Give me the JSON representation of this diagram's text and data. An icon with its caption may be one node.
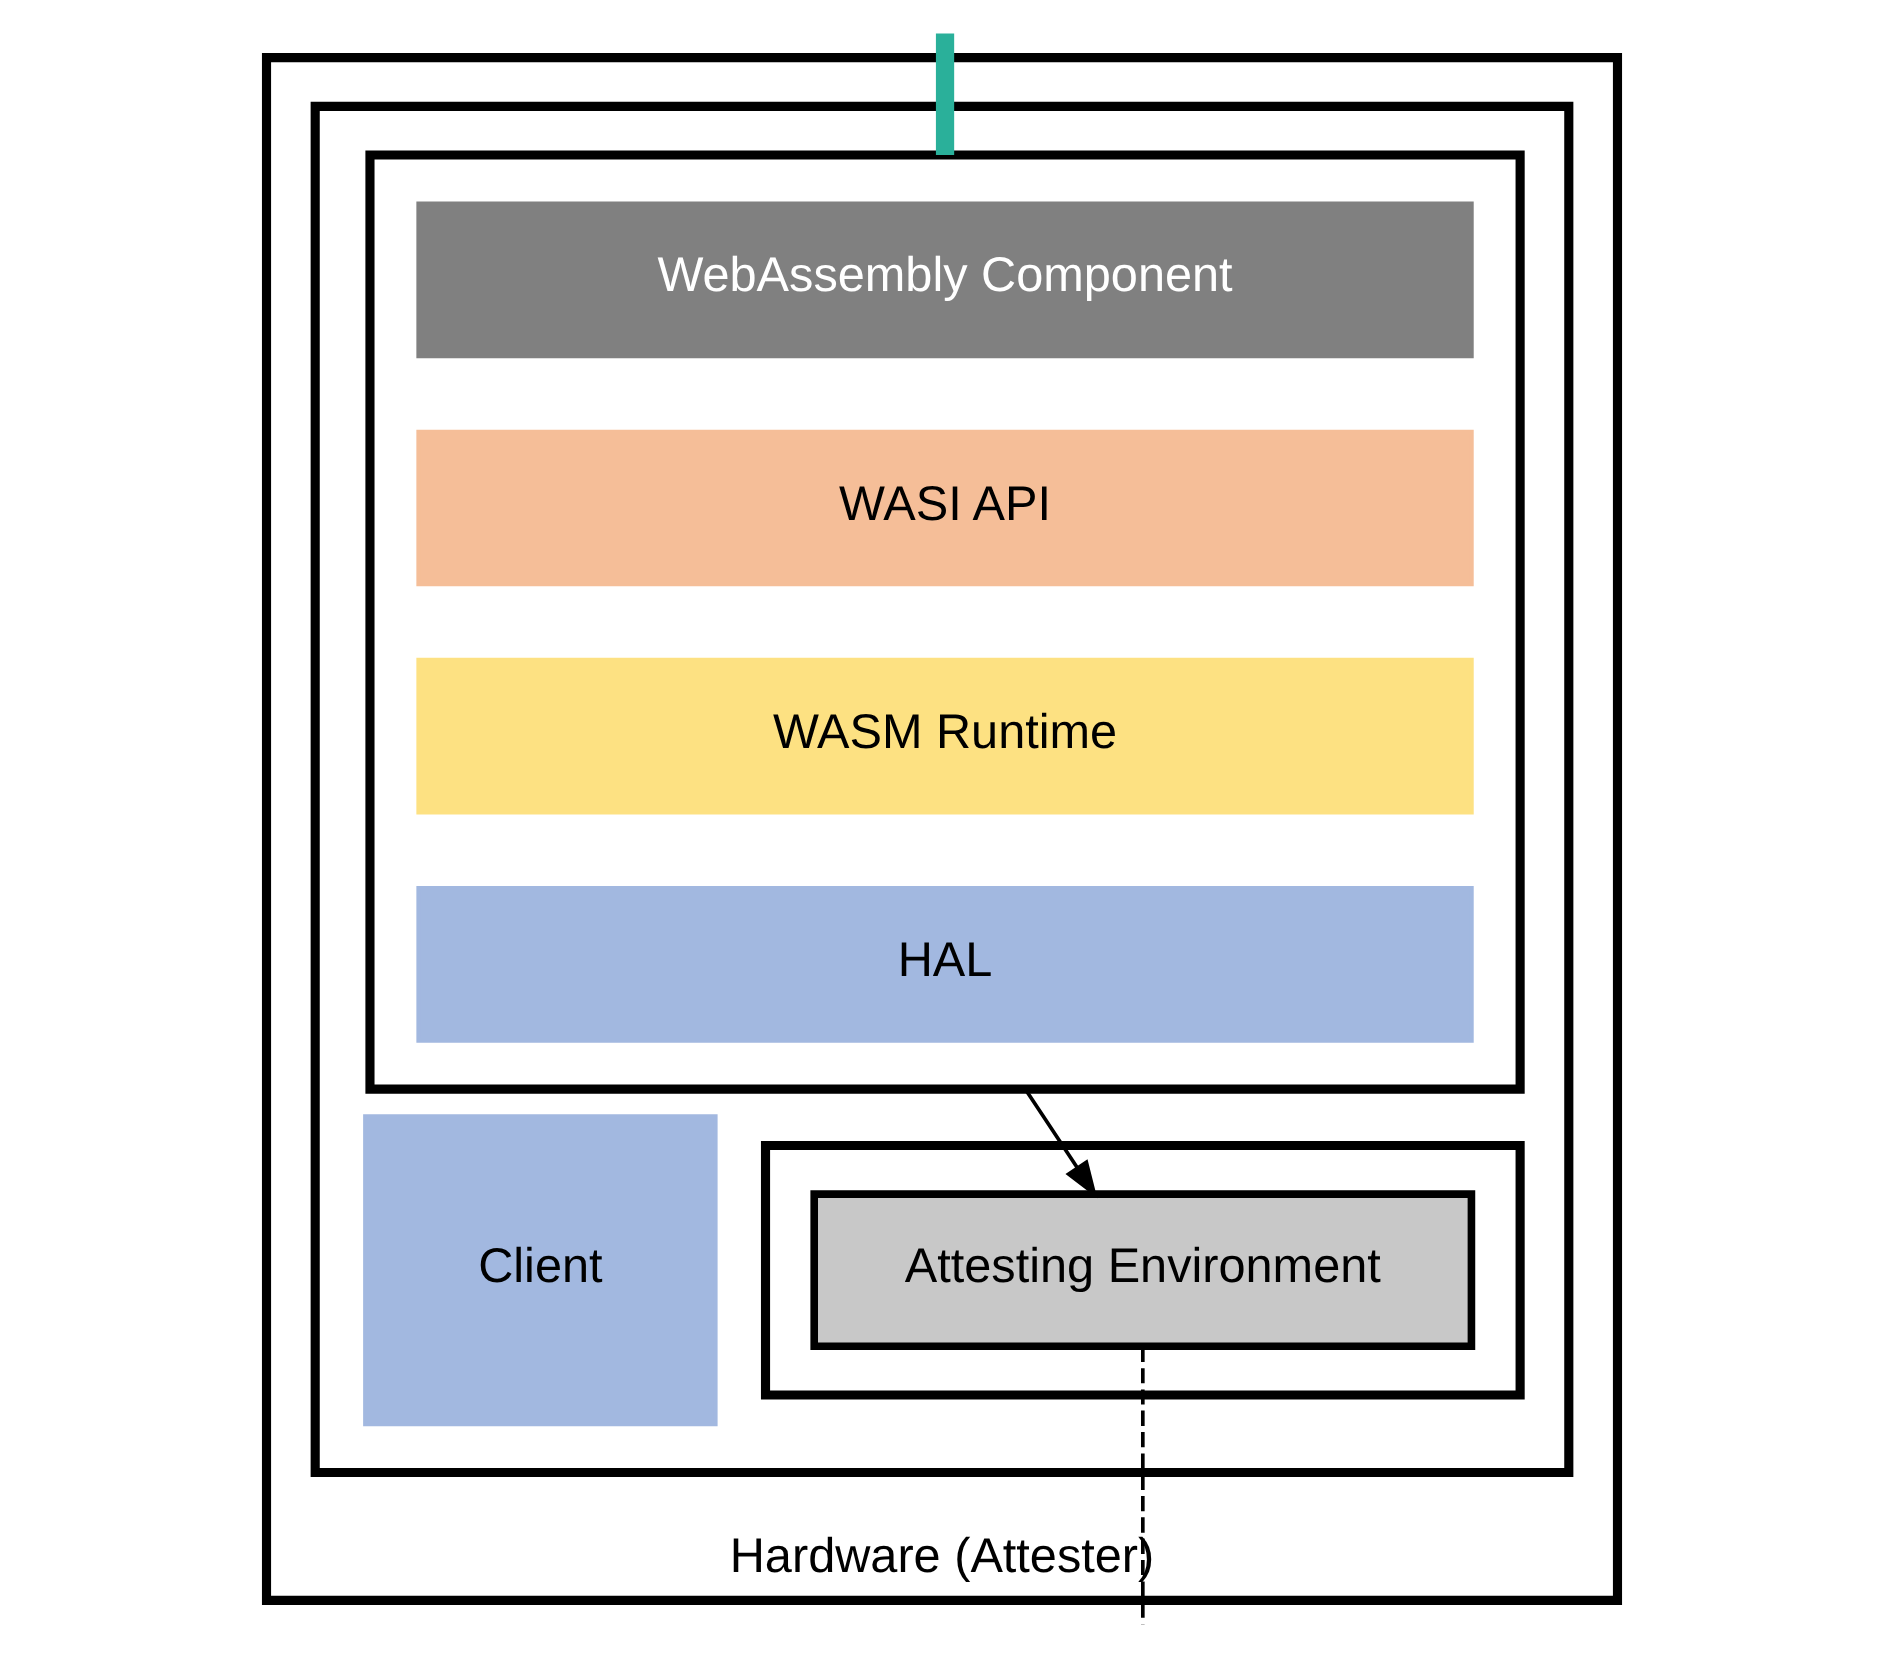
{
  "diagram": {
    "nodes": [
      {
        "text": [
          "Hardware (Attester)"
        ]
      },
      {
        "text": [],
        "shape": "box",
        "in": 0
      },
      {
        "text": [],
        "shape": "box",
        "in": 1
      },
      {
        "text": [
          "WebAssembly Component"
        ],
        "in": 2
      },
      {
        "text": [
          "WASI API"
        ],
        "in": 2
      },
      {
        "text": [
          "WASM Runtime"
        ],
        "in": 2
      },
      {
        "text": [
          "HAL"
        ],
        "in": 2
      },
      {
        "text": [],
        "shape": "box",
        "in": 1
      },
      {
        "text": [
          "Attesting Environment"
        ],
        "in": 7
      },
      {
        "text": [
          "Client"
        ],
        "in": 1
      }
    ],
    "edges": [
      {
        "from": null,
        "to": 2,
        "arrow": "none",
        "style": "thick",
        "color": "#2ab09a"
      },
      {
        "from": 2,
        "to": 8,
        "arrow": "to"
      },
      {
        "from": 8,
        "to": null,
        "arrow": "none",
        "style": "dashed"
      }
    ]
  }
}
